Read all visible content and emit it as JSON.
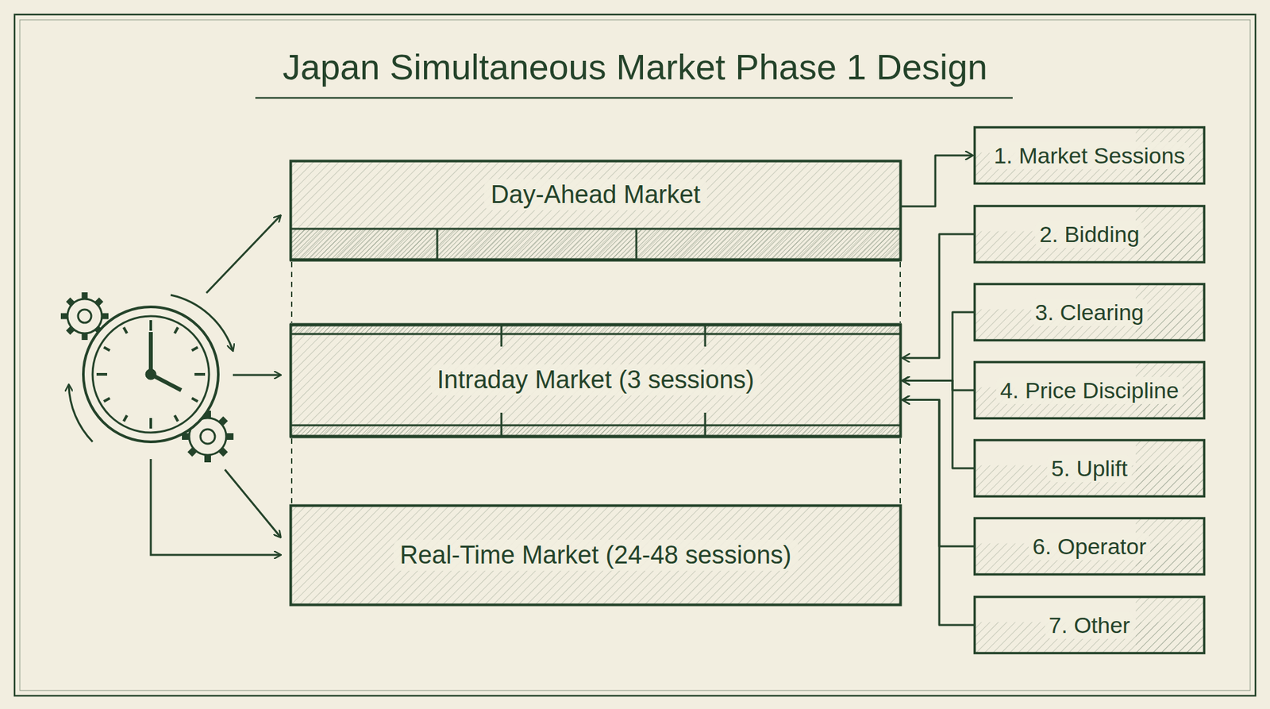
{
  "diagram": {
    "title": "Japan Simultaneous Market Phase 1 Design",
    "nodes": [
      {
        "text": [
          "Day-Ahead Market"
        ]
      },
      {
        "text": [
          "Intraday Market (3 sessions)"
        ]
      },
      {
        "text": [
          "Real-Time Market (24-48 sessions)"
        ]
      },
      {
        "text": [
          "1. Market Sessions"
        ]
      },
      {
        "text": [
          "2. Bidding"
        ]
      },
      {
        "text": [
          "3. Clearing"
        ]
      },
      {
        "text": [
          "4. Price Discipline"
        ]
      },
      {
        "text": [
          "5. Uplift"
        ]
      },
      {
        "text": [
          "6. Operator"
        ]
      },
      {
        "text": [
          "7. Other"
        ]
      }
    ],
    "edges": [
      {
        "from": 0,
        "to": 3,
        "arrow": "to"
      },
      {
        "from": 4,
        "to": 1,
        "arrow": "to"
      },
      {
        "from": 5,
        "to": 1,
        "arrow": "to"
      },
      {
        "from": 6,
        "to": 1,
        "arrow": "to"
      },
      {
        "from": 7,
        "to": 1,
        "arrow": "to"
      },
      {
        "from": 8,
        "to": 1,
        "arrow": "to"
      },
      {
        "from": 9,
        "to": 1,
        "arrow": "to"
      }
    ]
  }
}
